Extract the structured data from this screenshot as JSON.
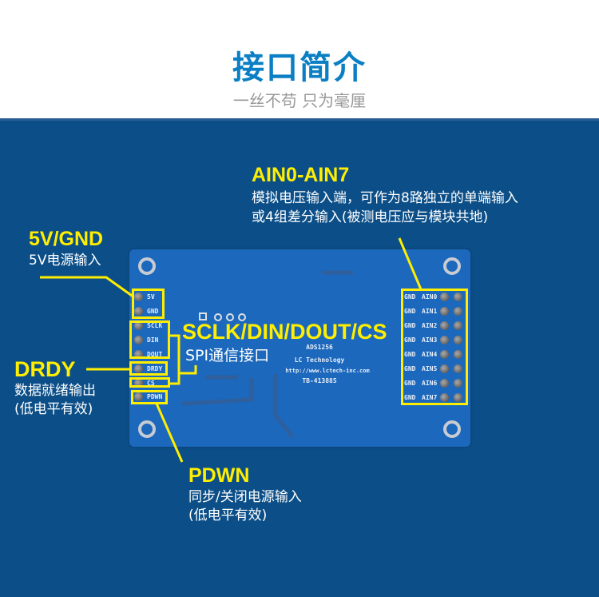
{
  "header": {
    "title": "接口简介",
    "subtitle": "一丝不苟 只为毫厘"
  },
  "board": {
    "chip": "ADS1256",
    "maker": "LC Technology",
    "url": "http://www.lctech-inc.com",
    "code": "TB-413885",
    "left_pins": [
      "5V",
      "GND",
      "SCLK",
      "DIN",
      "DOUT",
      "DRDY",
      "CS",
      "PDWN"
    ],
    "right_gnd": "GND",
    "right_pins": [
      "AIN0",
      "AIN1",
      "AIN2",
      "AIN3",
      "AIN4",
      "AIN5",
      "AIN6",
      "AIN7"
    ]
  },
  "callouts": {
    "power": {
      "title": "5V/GND",
      "desc": "5V电源输入"
    },
    "spi": {
      "title": "SCLK/DIN/DOUT/CS",
      "desc": "SPI通信接口"
    },
    "drdy": {
      "title": "DRDY",
      "desc1": "数据就绪输出",
      "desc2": "(低电平有效)"
    },
    "pdwn": {
      "title": "PDWN",
      "desc1": "同步/关闭电源输入",
      "desc2": "(低电平有效)"
    },
    "ain": {
      "title": "AIN0-AIN7",
      "desc1": "模拟电压输入端，可作为8路独立的单端输入",
      "desc2": "或4组差分输入(被测电压应与模块共地)"
    }
  },
  "colors": {
    "title": "#0a7fc4",
    "panel": "#0c4f88",
    "board": "#1b68bd",
    "highlight": "#ffee00"
  }
}
